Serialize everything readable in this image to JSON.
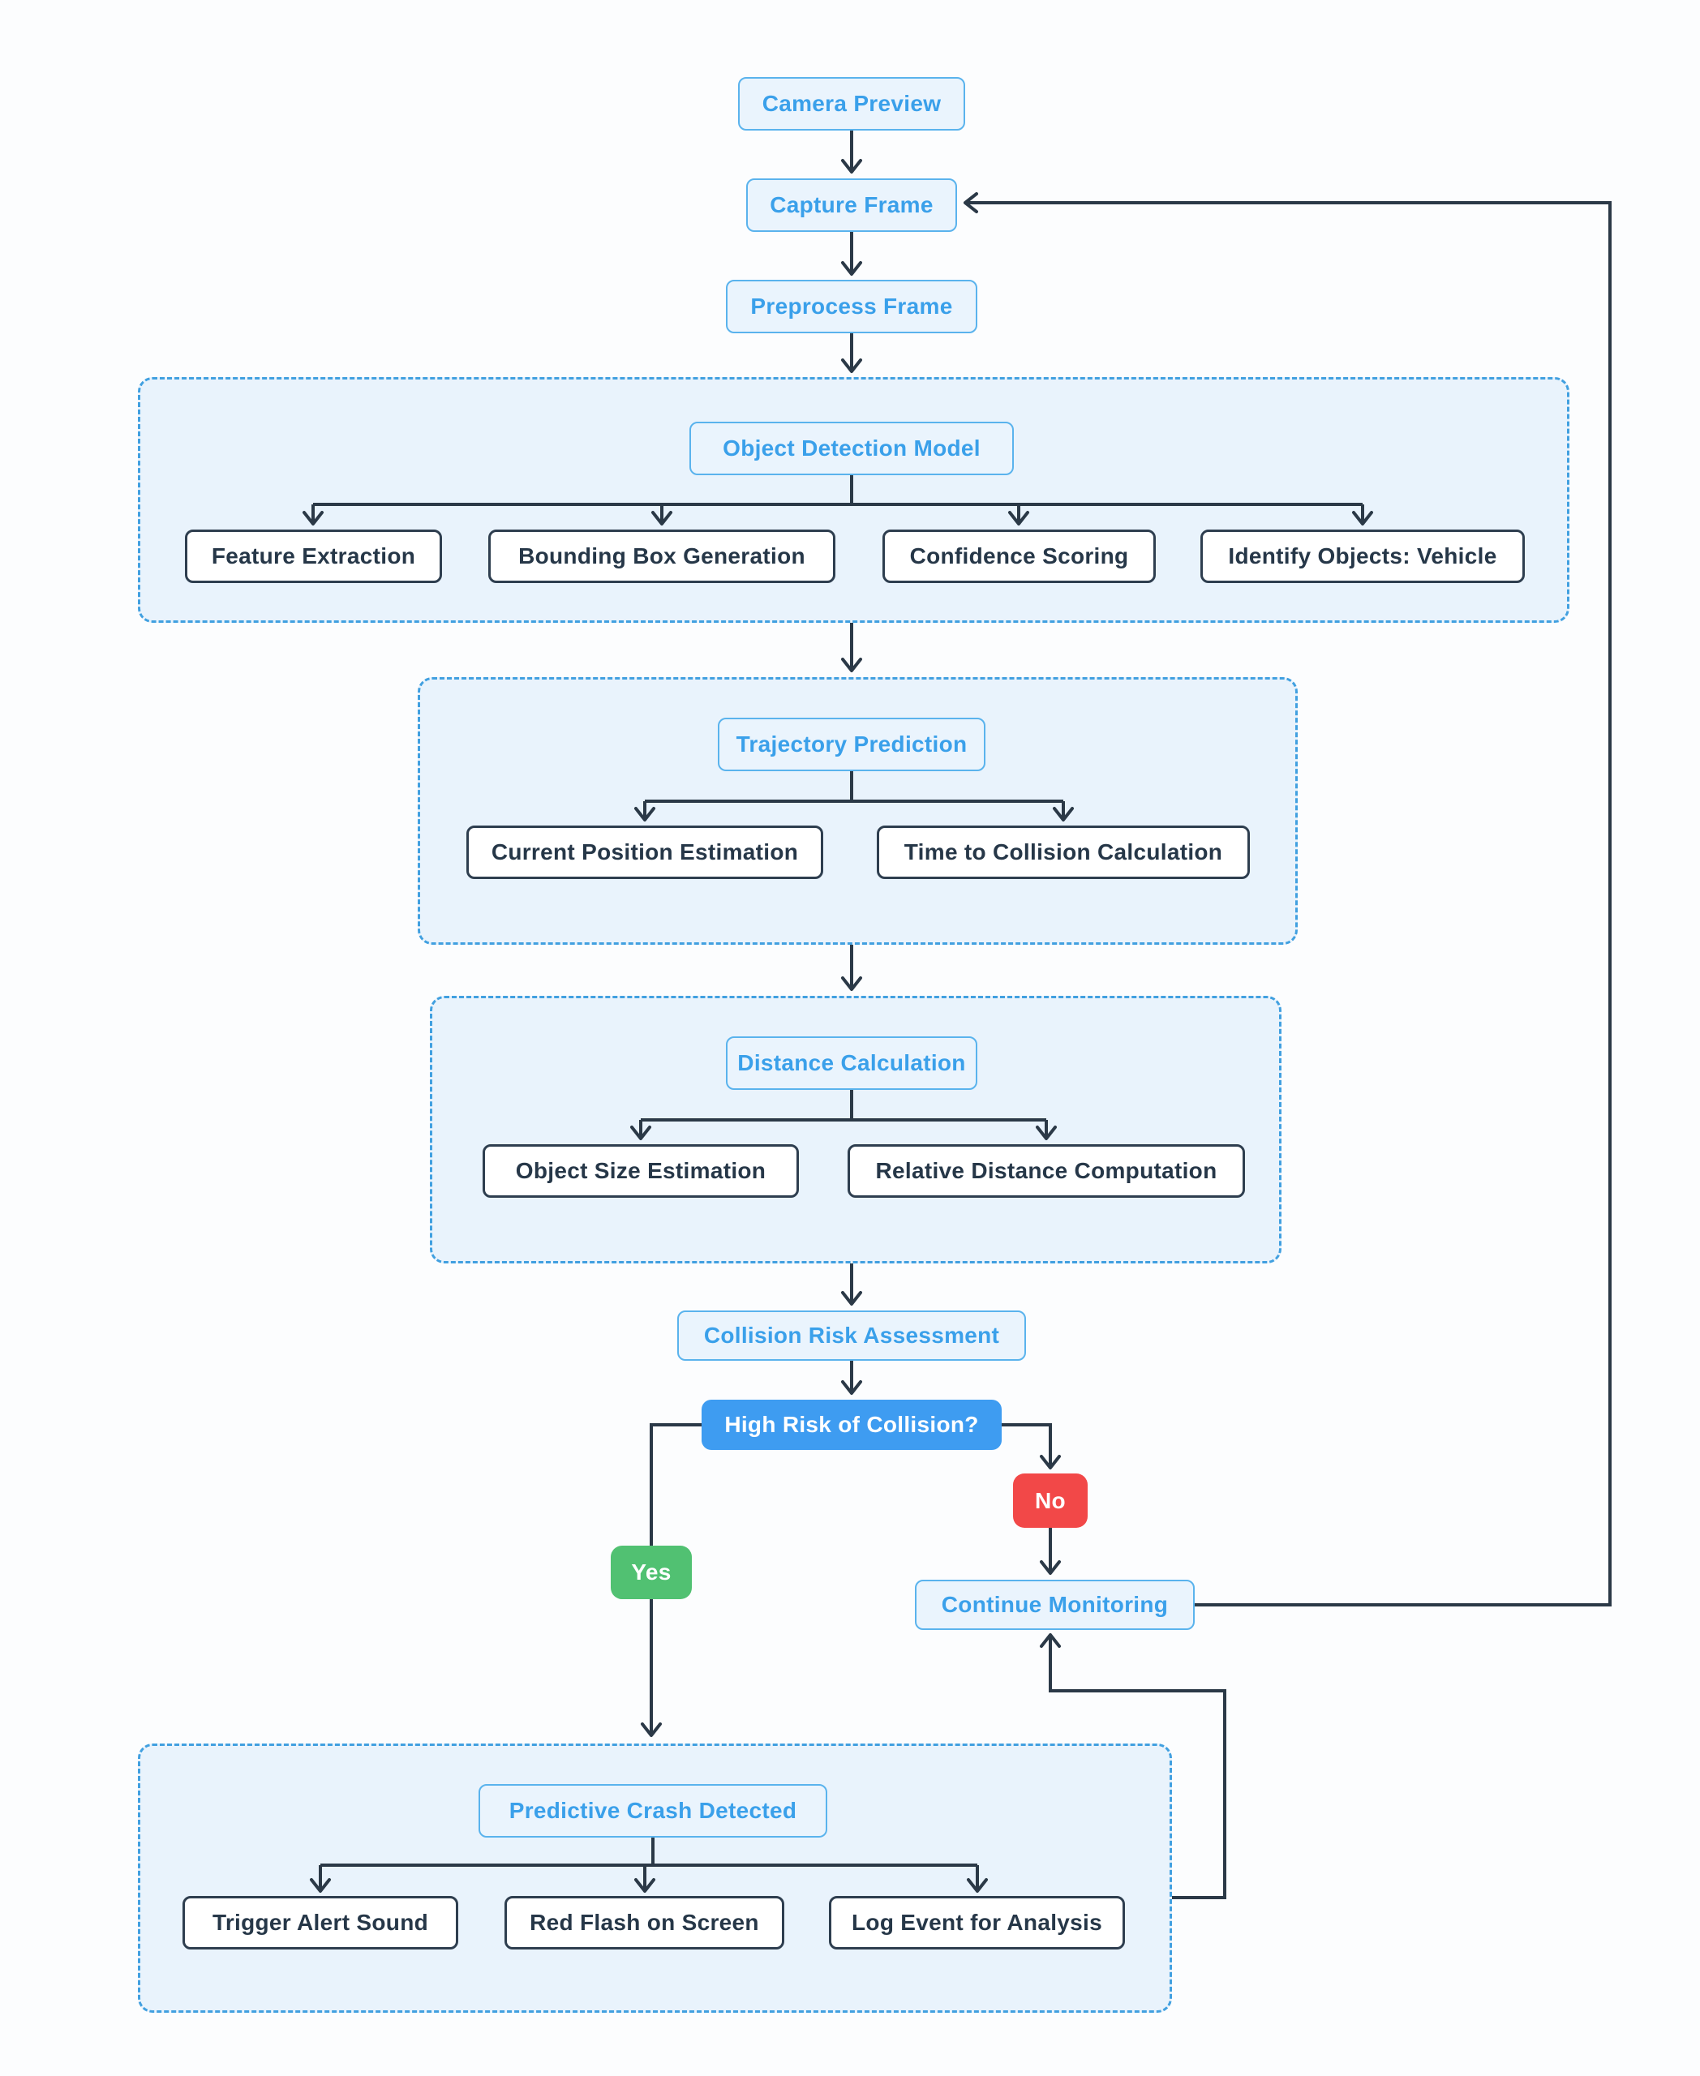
{
  "diagram": {
    "nodes": {
      "camera_preview": {
        "label": "Camera Preview",
        "type": "step"
      },
      "capture_frame": {
        "label": "Capture Frame",
        "type": "step"
      },
      "preprocess_frame": {
        "label": "Preprocess Frame",
        "type": "step"
      },
      "object_detection_model": {
        "label": "Object Detection Model",
        "type": "step"
      },
      "feature_extraction": {
        "label": "Feature Extraction",
        "type": "task"
      },
      "bounding_box_generation": {
        "label": "Bounding Box Generation",
        "type": "task"
      },
      "confidence_scoring": {
        "label": "Confidence Scoring",
        "type": "task"
      },
      "identify_objects_vehicle": {
        "label": "Identify Objects: Vehicle",
        "type": "task"
      },
      "trajectory_prediction": {
        "label": "Trajectory Prediction",
        "type": "step"
      },
      "current_position_estimation": {
        "label": "Current Position Estimation",
        "type": "task"
      },
      "time_to_collision_calculation": {
        "label": "Time to Collision Calculation",
        "type": "task"
      },
      "distance_calculation": {
        "label": "Distance Calculation",
        "type": "step"
      },
      "object_size_estimation": {
        "label": "Object Size Estimation",
        "type": "task"
      },
      "relative_distance_computation": {
        "label": "Relative Distance Computation",
        "type": "task"
      },
      "collision_risk_assessment": {
        "label": "Collision Risk Assessment",
        "type": "step"
      },
      "high_risk_of_collision": {
        "label": "High Risk of Collision?",
        "type": "decision"
      },
      "continue_monitoring": {
        "label": "Continue Monitoring",
        "type": "step"
      },
      "predictive_crash_detected": {
        "label": "Predictive Crash Detected",
        "type": "step"
      },
      "trigger_alert_sound": {
        "label": "Trigger Alert Sound",
        "type": "task"
      },
      "red_flash_on_screen": {
        "label": "Red Flash on Screen",
        "type": "task"
      },
      "log_event_for_analysis": {
        "label": "Log Event for Analysis",
        "type": "task"
      }
    },
    "branches": {
      "yes": "Yes",
      "no": "No"
    },
    "edges": [
      {
        "from": "Camera Preview",
        "to": "Capture Frame"
      },
      {
        "from": "Capture Frame",
        "to": "Preprocess Frame"
      },
      {
        "from": "Preprocess Frame",
        "to": "Object Detection Model"
      },
      {
        "from": "Object Detection Model",
        "to": "Feature Extraction"
      },
      {
        "from": "Object Detection Model",
        "to": "Bounding Box Generation"
      },
      {
        "from": "Object Detection Model",
        "to": "Confidence Scoring"
      },
      {
        "from": "Object Detection Model",
        "to": "Identify Objects: Vehicle"
      },
      {
        "from": "Object Detection Model",
        "to": "Trajectory Prediction"
      },
      {
        "from": "Trajectory Prediction",
        "to": "Current Position Estimation"
      },
      {
        "from": "Trajectory Prediction",
        "to": "Time to Collision Calculation"
      },
      {
        "from": "Trajectory Prediction",
        "to": "Distance Calculation"
      },
      {
        "from": "Distance Calculation",
        "to": "Object Size Estimation"
      },
      {
        "from": "Distance Calculation",
        "to": "Relative Distance Computation"
      },
      {
        "from": "Distance Calculation",
        "to": "Collision Risk Assessment"
      },
      {
        "from": "Collision Risk Assessment",
        "to": "High Risk of Collision?"
      },
      {
        "from": "High Risk of Collision?",
        "to": "Predictive Crash Detected",
        "label": "Yes"
      },
      {
        "from": "High Risk of Collision?",
        "to": "Continue Monitoring",
        "label": "No"
      },
      {
        "from": "Predictive Crash Detected",
        "to": "Trigger Alert Sound"
      },
      {
        "from": "Predictive Crash Detected",
        "to": "Red Flash on Screen"
      },
      {
        "from": "Predictive Crash Detected",
        "to": "Log Event for Analysis"
      },
      {
        "from": "Predictive Crash Detected",
        "to": "Continue Monitoring"
      },
      {
        "from": "Continue Monitoring",
        "to": "Capture Frame"
      }
    ],
    "colors": {
      "background": "#fcfdfe",
      "container_fill": "#e9f3fc",
      "container_border": "#41a0e0",
      "step_fill": "#eaf4fd",
      "step_border": "#5ab3ed",
      "step_text": "#3aa0ea",
      "task_fill": "#ffffff",
      "task_border": "#2e3e4f",
      "task_text": "#263748",
      "decision_fill": "#3e9cf1",
      "decision_text": "#ffffff",
      "yes_fill": "#51c172",
      "no_fill": "#f24848",
      "connector": "#2b3947"
    }
  }
}
